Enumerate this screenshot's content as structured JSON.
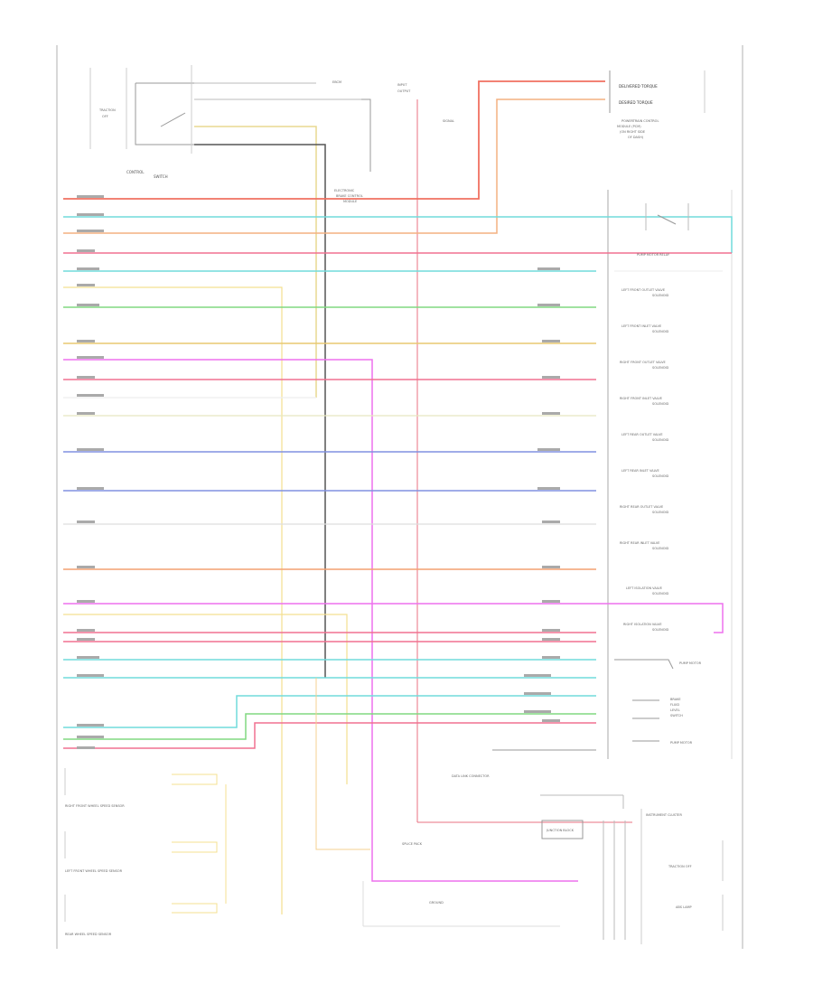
{
  "diagram": {
    "traction_switch": {
      "label_1": "TRACTION",
      "label_2": "CONTROL",
      "label_3": "SWITCH",
      "label_4": "OFF"
    },
    "ebcm_labels": [
      "EBCM",
      "ELECTRONIC",
      "BRAKE CONTROL",
      "MODULE"
    ],
    "left_top_labels": [
      "INPUT",
      "OUTPUT",
      "SIGNAL"
    ],
    "pcm_labels": [
      "DELIVERED TORQUE",
      "DESIRED TORQUE"
    ],
    "pcm_block_labels": [
      "POWERTRAIN CONTROL",
      "MODULE (PCM)",
      "(ON RIGHT SIDE",
      "OF DASH)"
    ],
    "relay_label": "PUMP MOTOR RELAY",
    "valve_labels": [
      "LEFT FRONT OUTLET VALVE",
      "LEFT FRONT INLET VALVE",
      "RIGHT FRONT OUTLET VALVE",
      "RIGHT FRONT INLET VALVE",
      "LEFT REAR OUTLET VALVE",
      "LEFT REAR INLET VALVE",
      "RIGHT REAR OUTLET VALVE",
      "RIGHT REAR INLET VALVE",
      "LEFT ISOLATION VALVE",
      "RIGHT ISOLATION VALVE"
    ],
    "valve_sub": "SOLENOID",
    "lower_right_labels": [
      "PUMP MOTOR",
      "BRAKE",
      "FLUID",
      "LEVEL",
      "SWITCH",
      "PUMP MOTOR"
    ],
    "sensor_labels": [
      "RIGHT FRONT WHEEL SPEED SENSOR",
      "LEFT FRONT WHEEL SPEED SENSOR",
      "REAR WHEEL SPEED SENSOR"
    ],
    "bottom_labels": {
      "splice": "SPLICE PACK",
      "dlc": "DATA LINK CONNECTOR",
      "ground": "GROUND",
      "cluster": "INSTRUMENT CLUSTER",
      "traction_lamp": "TRACTION OFF",
      "abs_lamp": "ABS LAMP",
      "junction": "JUNCTION BLOCK"
    }
  }
}
